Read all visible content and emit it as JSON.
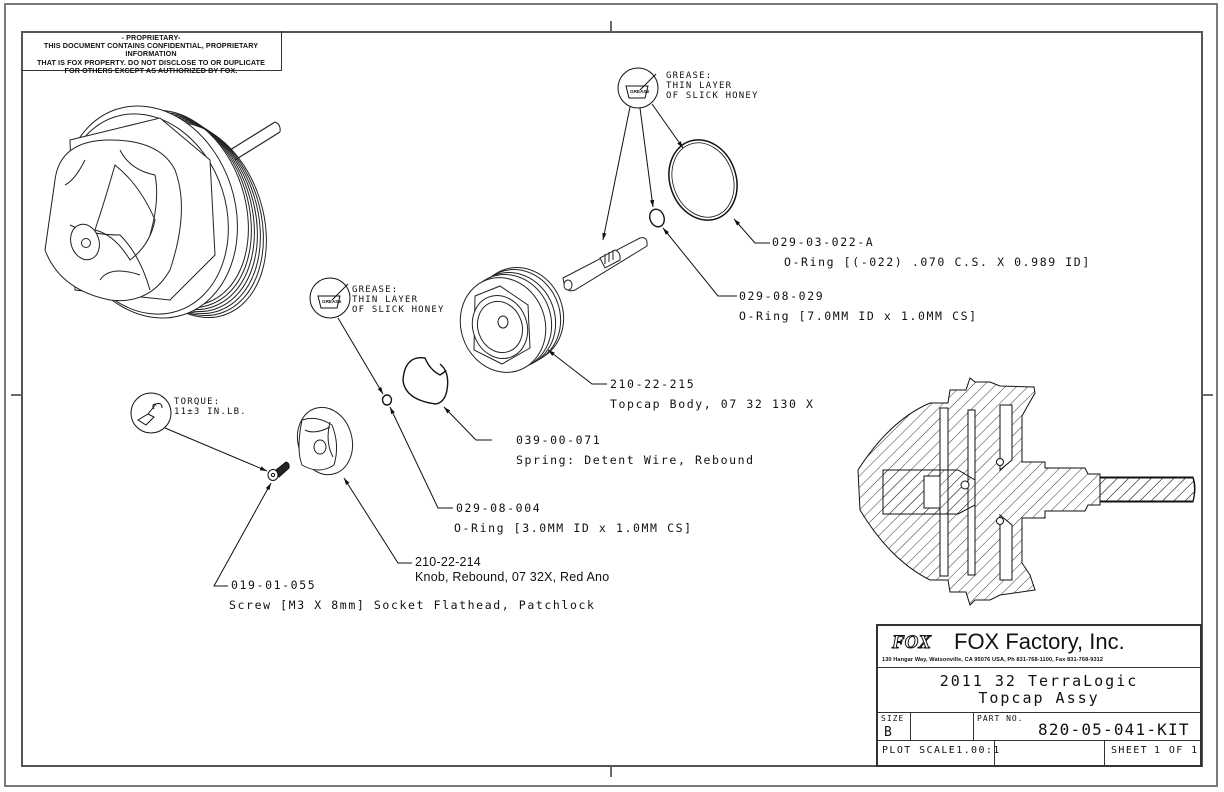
{
  "proprietary_notice": {
    "heading": "- PROPRIETARY-",
    "lines": [
      "THIS DOCUMENT CONTAINS CONFIDENTIAL, PROPRIETARY INFORMATION",
      "THAT IS FOX PROPERTY.  DO NOT DISCLOSE TO OR DUPLICATE",
      "FOR OTHERS EXCEPT AS AUTHORIZED BY FOX."
    ]
  },
  "notes": {
    "grease_top": {
      "icon_text": "GREASE",
      "lines": [
        "GREASE:",
        "THIN LAYER",
        "OF SLICK HONEY"
      ]
    },
    "grease_mid": {
      "icon_text": "GREASE",
      "lines": [
        "GREASE:",
        "THIN LAYER",
        "OF SLICK HONEY"
      ]
    },
    "torque": {
      "lines": [
        "TORQUE:",
        "11±3 IN.LB."
      ]
    }
  },
  "parts": [
    {
      "part_no": "029-03-022-A",
      "description": "O-Ring [(-022) .070 C.S. X 0.989 ID]"
    },
    {
      "part_no": "029-08-029",
      "description": "O-Ring [7.0MM ID x 1.0MM CS]"
    },
    {
      "part_no": "210-22-215",
      "description": "Topcap Body, 07 32 130 X"
    },
    {
      "part_no": "039-00-071",
      "description": "Spring: Detent Wire, Rebound"
    },
    {
      "part_no": "029-08-004",
      "description": "O-Ring [3.0MM ID x 1.0MM CS]"
    },
    {
      "part_no": "210-22-214",
      "description": "Knob, Rebound, 07 32X, Red Ano"
    },
    {
      "part_no": "019-01-055",
      "description": "Screw [M3 X 8mm] Socket Flathead, Patchlock"
    }
  ],
  "title_block": {
    "logo_text": "FOX",
    "company": "FOX Factory, Inc.",
    "address": "130 Hangar Way, Watsonville, CA 95076 USA, Ph 831-768-1100, Fax 831-768-9312",
    "title_line1": "2011 32 TerraLogic",
    "title_line2": "Topcap Assy",
    "size_label": "SIZE",
    "size_value": "B",
    "part_no_label": "PART NO.",
    "part_no_value": "820-05-041-KIT",
    "plot_scale": "PLOT SCALE1.00:1",
    "sheet_label": "SHEET",
    "sheet_value": "1 OF 1"
  },
  "colors": {
    "line": "#111111",
    "frame": "#555555",
    "background": "#ffffff"
  }
}
